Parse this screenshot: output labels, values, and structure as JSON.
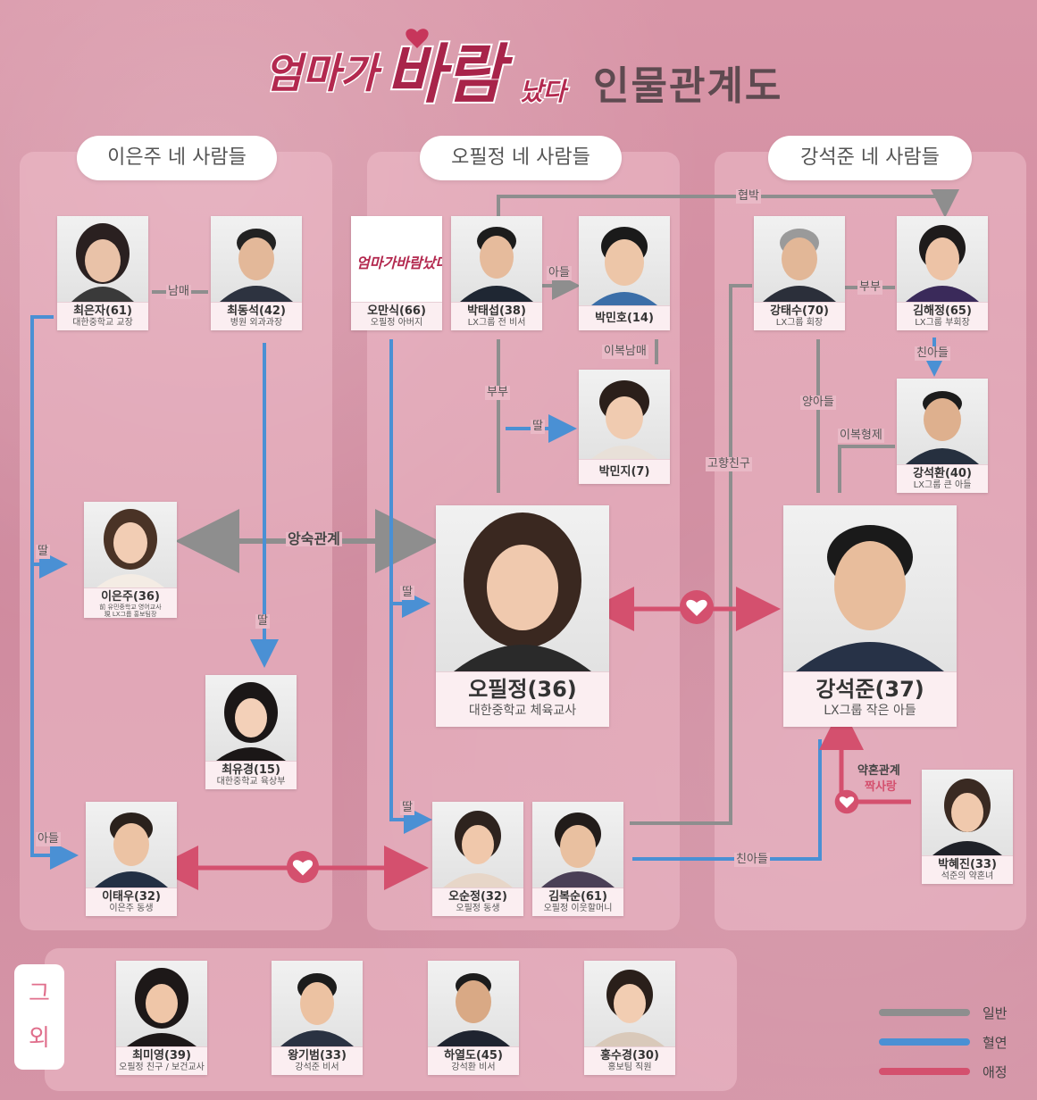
{
  "header": {
    "logo_text": "엄마가 바람났다",
    "title": "인물관계도"
  },
  "groups": {
    "eunju": "이은주 네 사람들",
    "piljeong": "오필정 네 사람들",
    "seokjun": "강석준 네 사람들"
  },
  "characters": {
    "choi_eunja": {
      "name": "최은자(61)",
      "role": "대한중학교 교장"
    },
    "choi_dongseok": {
      "name": "최동석(42)",
      "role": "병원 외과과장"
    },
    "oh_mansik": {
      "name": "오만식(66)",
      "role": "오필정 아버지"
    },
    "park_taeseop": {
      "name": "박태섭(38)",
      "role": "LX그룹 전 비서"
    },
    "park_minho": {
      "name": "박민호(14)",
      "role": ""
    },
    "park_minji": {
      "name": "박민지(7)",
      "role": ""
    },
    "kang_taesu": {
      "name": "강태수(70)",
      "role": "LX그룹 회장"
    },
    "kim_haejeong": {
      "name": "김해정(65)",
      "role": "LX그룹 부회장"
    },
    "kang_seokhwan": {
      "name": "강석환(40)",
      "role": "LX그룹 큰 아들"
    },
    "lee_eunju": {
      "name": "이은주(36)",
      "role1": "前 유민중학교 영어교사",
      "role2": "現 LX그룹 홍보팀장"
    },
    "choi_yugyeong": {
      "name": "최유경(15)",
      "role": "대한중학교 육상부"
    },
    "oh_piljeong": {
      "name": "오필정(36)",
      "role": "대한중학교 체육교사"
    },
    "kang_seokjun": {
      "name": "강석준(37)",
      "role": "LX그룹 작은 아들"
    },
    "lee_taewoo": {
      "name": "이태우(32)",
      "role": "이은주 동생"
    },
    "oh_sunjeong": {
      "name": "오순정(32)",
      "role": "오필정 동생"
    },
    "kim_boksun": {
      "name": "김복순(61)",
      "role": "오필정 이웃할머니"
    },
    "park_hyejin": {
      "name": "박혜진(33)",
      "role": "석준의 약혼녀"
    },
    "choi_miyeong": {
      "name": "최미영(39)",
      "role": "오필정 친구 / 보건교사"
    },
    "wang_gibeom": {
      "name": "왕기범(33)",
      "role": "강석준 비서"
    },
    "ha_yeoldo": {
      "name": "하열도(45)",
      "role": "강석환 비서"
    },
    "hong_sugyeong": {
      "name": "홍수경(30)",
      "role": "홍보팀 직원"
    }
  },
  "relations": {
    "siblings": "남매",
    "son": "아들",
    "daughter": "딸",
    "half_siblings": "이복남매",
    "married": "부부",
    "blackmail": "협박",
    "couple": "부부",
    "biological_son": "친아들",
    "adopted_son": "양아들",
    "half_brothers": "이복형제",
    "hometown_friend": "고향친구",
    "rivals": "앙숙관계",
    "engaged": "약혼관계",
    "one_sided": "짝사랑"
  },
  "others": {
    "label_1": "그",
    "label_2": "외"
  },
  "legend": {
    "general": "일반",
    "blood": "혈연",
    "affection": "애정"
  },
  "colors": {
    "general": "#8e8e8e",
    "blood": "#4a90d4",
    "affection": "#d4506e",
    "background": "#d28ea2"
  }
}
